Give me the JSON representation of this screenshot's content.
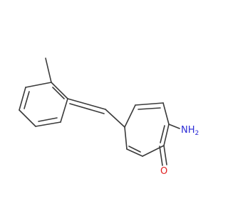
{
  "molecule": {
    "atoms": {
      "nitrogen_label": "N",
      "nitrogen_hydrogen_label": "H",
      "nitrogen_hydrogen_count": "2",
      "oxygen_label": "O"
    },
    "colors": {
      "bond": "#3a3a3a",
      "nitrogen": "#2b2bd6",
      "oxygen": "#e01e1e"
    }
  }
}
